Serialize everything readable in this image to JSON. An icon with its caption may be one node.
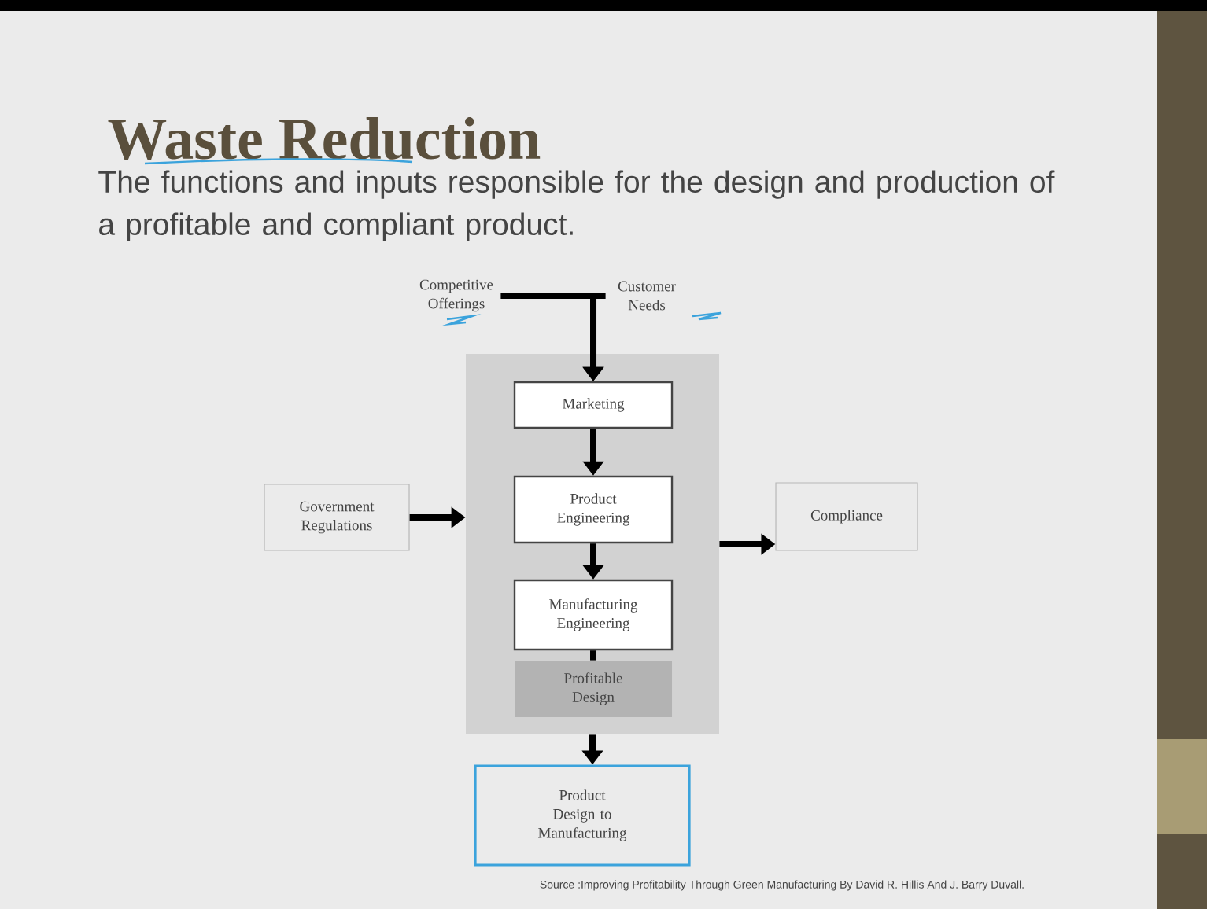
{
  "diagram": {
    "title": "Waste Reduction",
    "nodes": [
      {
        "text": [
          "Competitive Offerings"
        ]
      },
      {
        "text": [
          "Customer Needs"
        ]
      },
      {
        "text": [],
        "shape": "box"
      },
      {
        "text": [
          "Marketing"
        ],
        "in": 2
      },
      {
        "text": [
          "Product Engineering"
        ],
        "in": 2
      },
      {
        "text": [
          "Manufacturing Engineering"
        ],
        "in": 2
      },
      {
        "text": [
          "Profitable Design"
        ],
        "in": 2
      },
      {
        "text": [
          "Government Regulations"
        ]
      },
      {
        "text": [
          "Compliance"
        ]
      },
      {
        "text": [
          "Product Design to Manufacturing"
        ]
      }
    ],
    "edges": [
      {
        "from": 0,
        "to": 3,
        "arrow": "to"
      },
      {
        "from": 1,
        "to": 3,
        "arrow": "to"
      },
      {
        "from": 3,
        "to": 4,
        "arrow": "to"
      },
      {
        "from": 4,
        "to": 5,
        "arrow": "to"
      },
      {
        "from": 5,
        "to": 6,
        "arrow": "none"
      },
      {
        "from": 7,
        "to": 2,
        "arrow": "to"
      },
      {
        "from": 2,
        "to": 8,
        "arrow": "to"
      },
      {
        "from": 2,
        "to": 9,
        "arrow": "to"
      }
    ],
    "labels": [
      "The functions and inputs responsible for the design and production of a profitable and compliant product.",
      "Source :Improving Profitability Through Green Manufacturing By David R. Hillis And J. Barry Duvall."
    ]
  }
}
